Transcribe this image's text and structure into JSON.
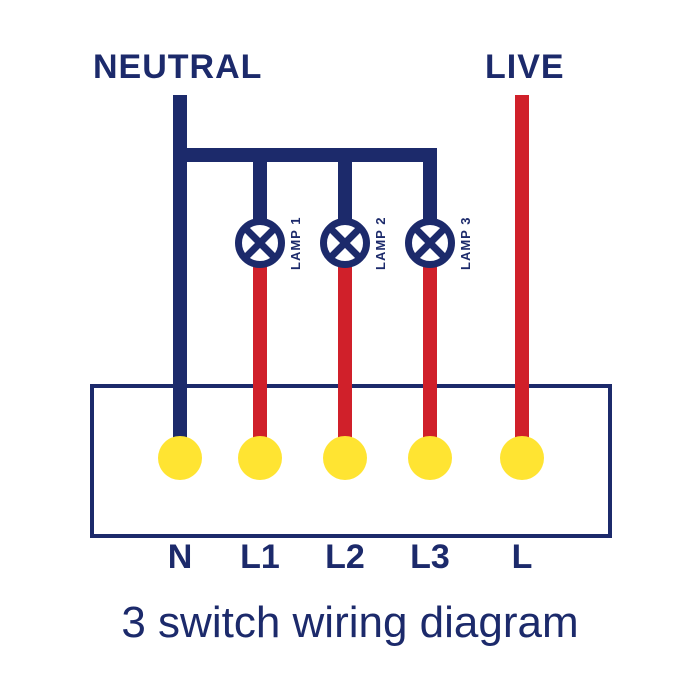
{
  "header": {
    "neutral_label": "NEUTRAL",
    "live_label": "LIVE"
  },
  "lamps": [
    {
      "label": "LAMP 1"
    },
    {
      "label": "LAMP 2"
    },
    {
      "label": "LAMP 3"
    }
  ],
  "terminals": [
    {
      "label": "N"
    },
    {
      "label": "L1"
    },
    {
      "label": "L2"
    },
    {
      "label": "L3"
    },
    {
      "label": "L"
    }
  ],
  "title": "3 switch wiring diagram",
  "colors": {
    "navy": "#1c2a6b",
    "red": "#d0202a",
    "yellow": "#ffe432",
    "bg": "#ffffff"
  }
}
